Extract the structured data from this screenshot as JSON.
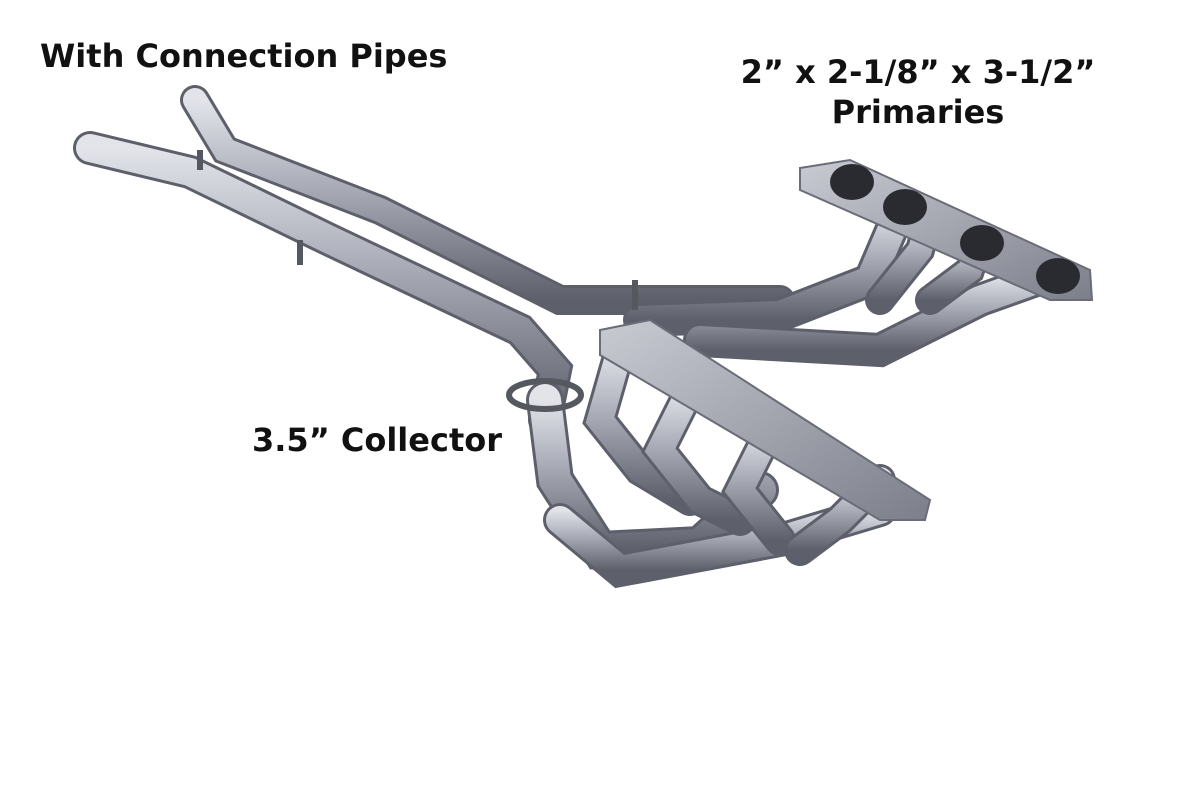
{
  "labels": {
    "connection_pipes": "With Connection Pipes",
    "primaries_line1": "2” x 2-1/8” x 3-1/2”",
    "primaries_line2": "Primaries",
    "collector": "3.5” Collector"
  },
  "colors": {
    "background": "#ffffff",
    "text": "#111111",
    "pipe_light": "#d4d6de",
    "pipe_mid": "#9a9da8",
    "pipe_dark": "#5d606b"
  }
}
